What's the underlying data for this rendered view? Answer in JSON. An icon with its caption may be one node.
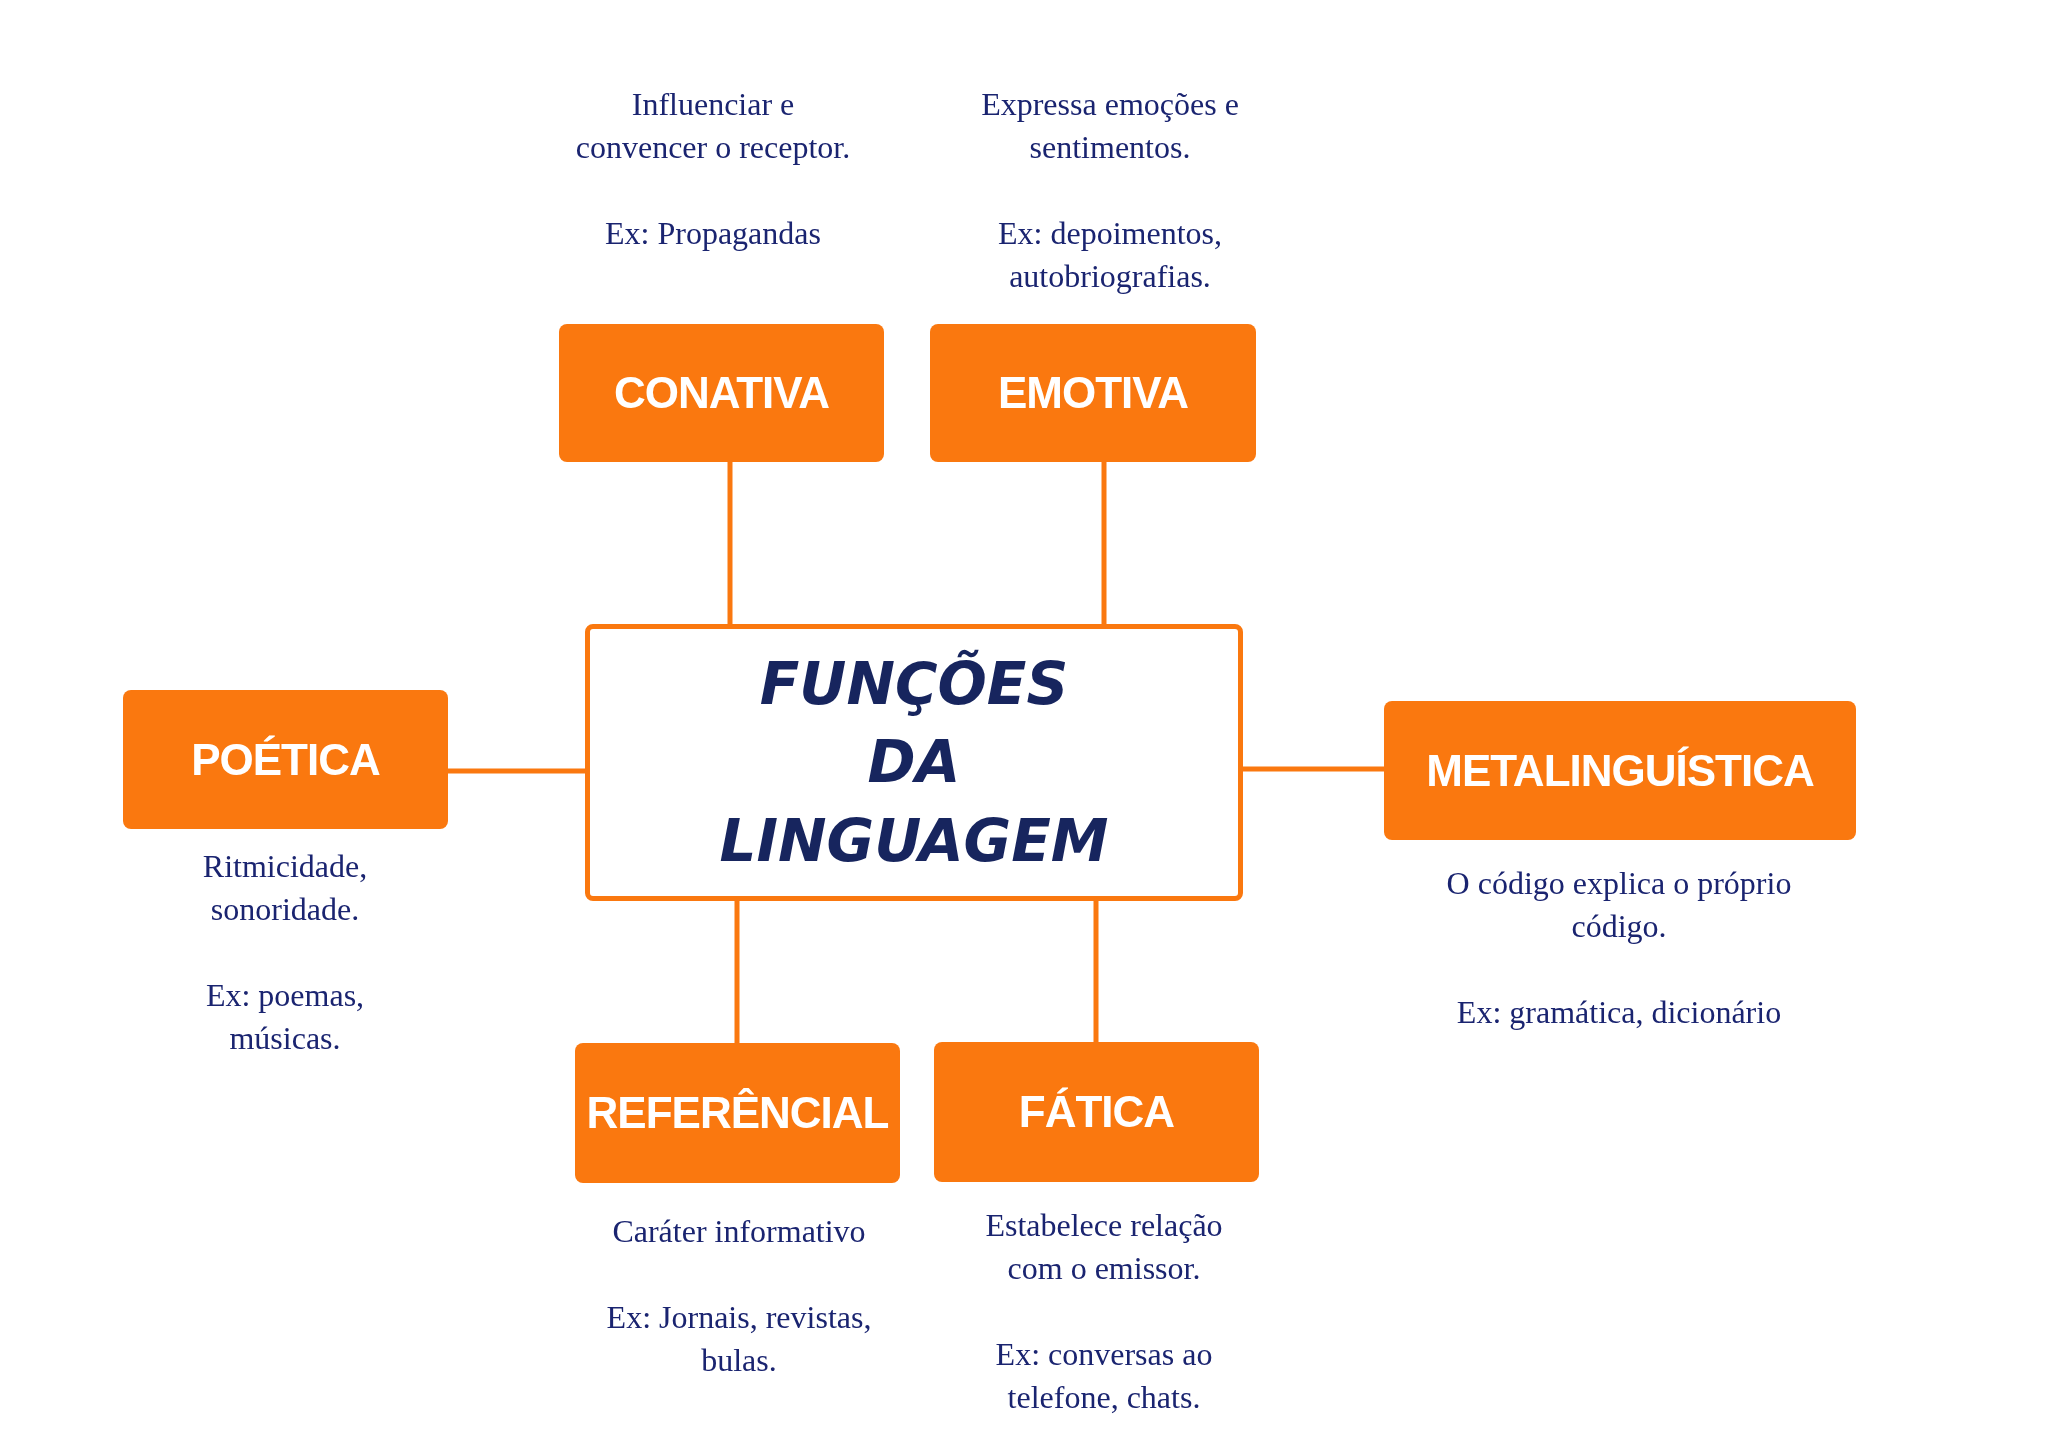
{
  "diagram": {
    "nodes": [
      {
        "text": [
          "FUNÇÕES DA LINGUAGEM"
        ]
      },
      {
        "text": [
          "CONATIVA"
        ],
        "beside": [
          "Influenciar e convencer o receptor.",
          "Ex: Propagandas"
        ]
      },
      {
        "text": [
          "EMOTIVA"
        ],
        "beside": [
          "Expressa emoções e sentimentos.",
          "Ex: depoimentos, autobriografias."
        ]
      },
      {
        "text": [
          "POÉTICA"
        ],
        "beside": [
          "Ritmicidade, sonoridade.",
          "Ex: poemas, músicas."
        ]
      },
      {
        "text": [
          "METALINGUÍSTICA"
        ],
        "beside": [
          "O código explica o próprio código.",
          "Ex: gramática, dicionário"
        ]
      },
      {
        "text": [
          "REFERÊNCIAL"
        ],
        "beside": [
          "Caráter informativo",
          "Ex: Jornais, revistas, bulas."
        ]
      },
      {
        "text": [
          "FÁTICA"
        ],
        "beside": [
          "Estabelece relação com o emissor.",
          "Ex: conversas ao telefone, chats."
        ]
      }
    ],
    "edges": [
      {
        "from": 1,
        "to": 0,
        "arrow": "none"
      },
      {
        "from": 2,
        "to": 0,
        "arrow": "none"
      },
      {
        "from": 3,
        "to": 0,
        "arrow": "none"
      },
      {
        "from": 0,
        "to": 4,
        "arrow": "none"
      },
      {
        "from": 0,
        "to": 5,
        "arrow": "none"
      },
      {
        "from": 0,
        "to": 6,
        "arrow": "none"
      }
    ]
  }
}
